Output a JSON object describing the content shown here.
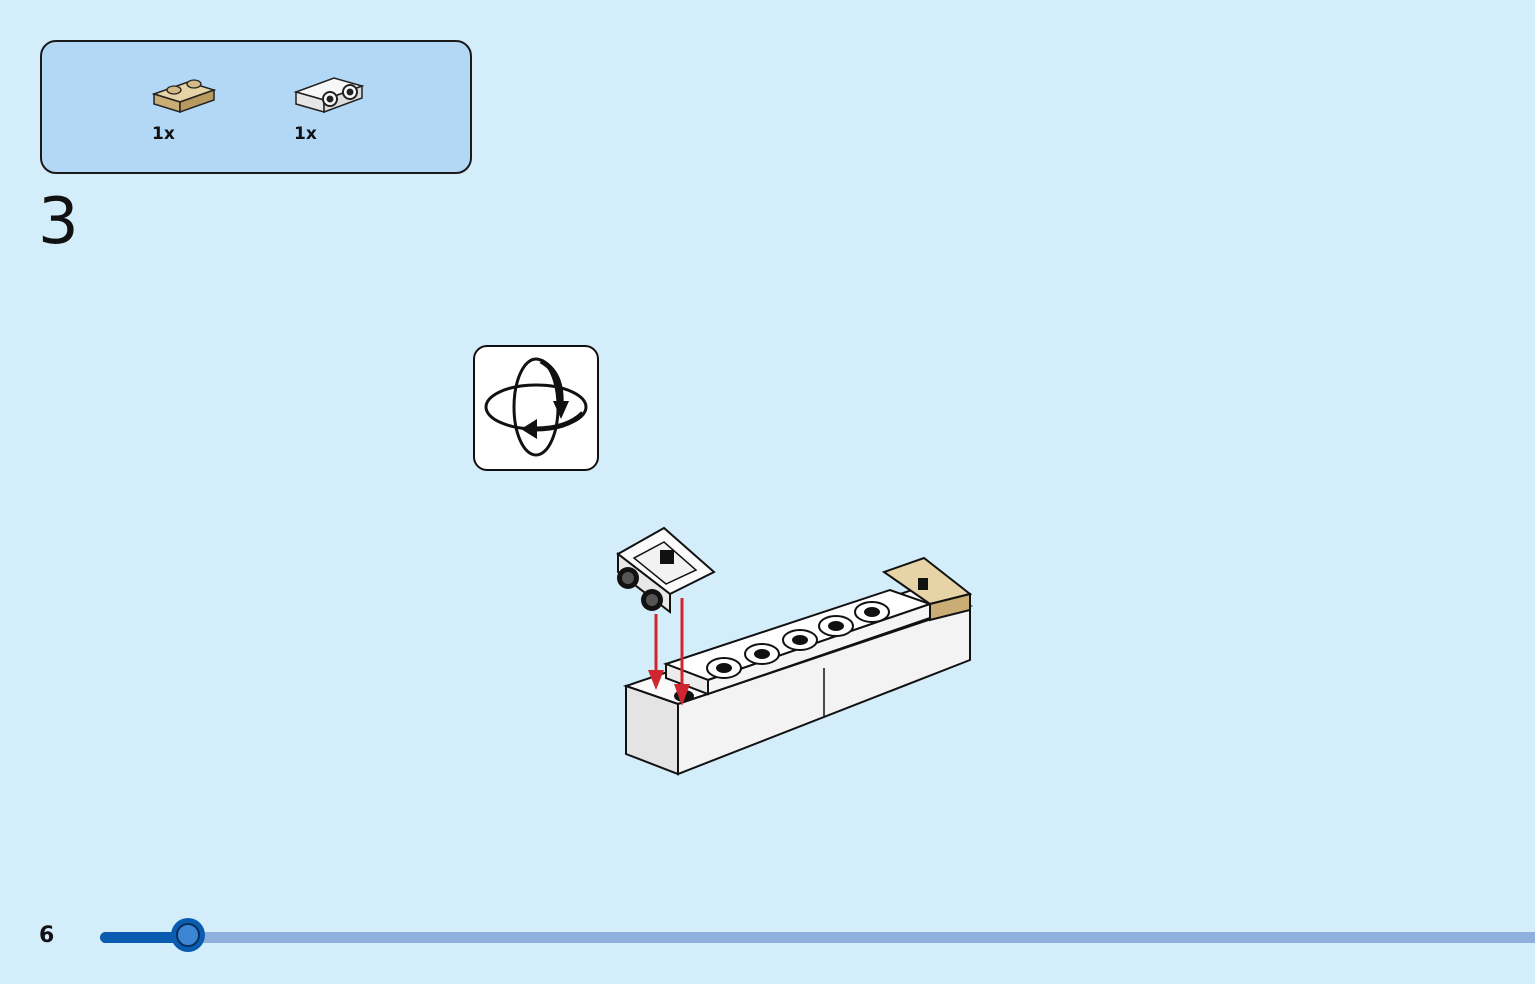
{
  "parts_list": {
    "items": [
      {
        "icon": "tan-plate-1x2-icon",
        "quantity": "1x",
        "color": "#d8c08f"
      },
      {
        "icon": "white-bracket-icon",
        "quantity": "1x",
        "color": "#ffffff"
      }
    ]
  },
  "step": {
    "number": "3",
    "rotate_icon": "rotate-model-icon"
  },
  "footer": {
    "page_number": "6",
    "progress": 0.061
  },
  "colors": {
    "background": "#d4edfb",
    "panel": "#b2d8f5",
    "arrow": "#d0262f",
    "progress_fill": "#0a5cb0",
    "progress_track": "#8fb0de"
  }
}
